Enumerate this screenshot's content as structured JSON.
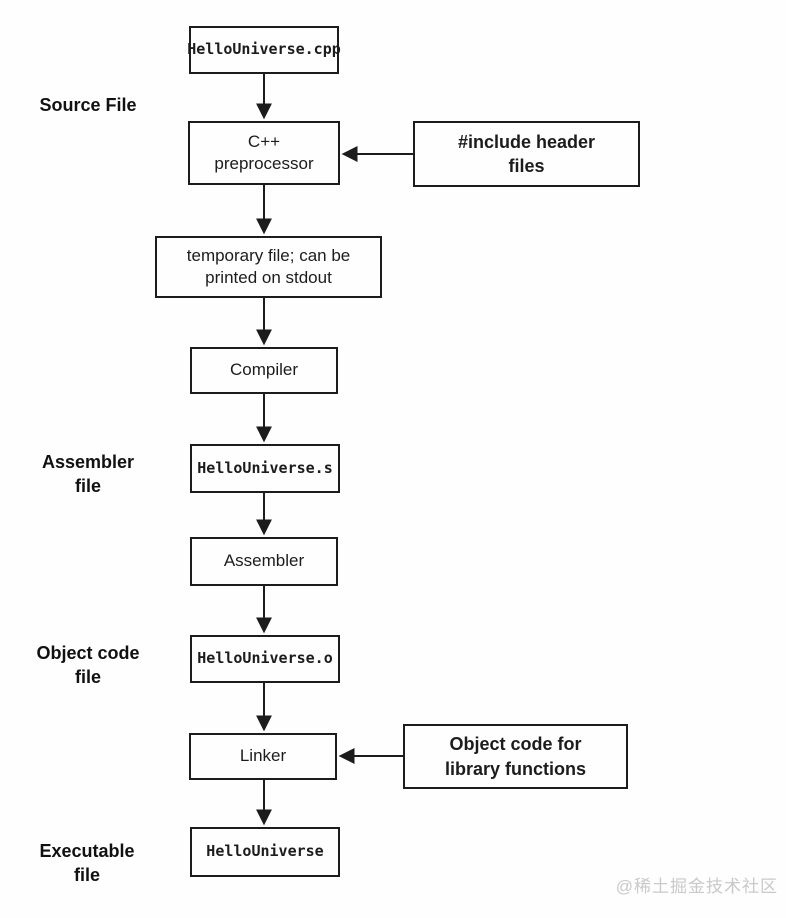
{
  "nodes": {
    "source_file": "HelloUniverse.cpp",
    "preprocessor": "C++\npreprocessor",
    "include_header": "#include header\nfiles",
    "temp_file": "temporary file; can be\nprinted on stdout",
    "compiler": "Compiler",
    "assembler_file": "HelloUniverse.s",
    "assembler": "Assembler",
    "object_file": "HelloUniverse.o",
    "linker": "Linker",
    "object_code_lib": "Object code for\nlibrary functions",
    "executable": "HelloUniverse"
  },
  "side_labels": {
    "source": "Source File",
    "assembler": "Assembler\nfile",
    "object_code": "Object code\nfile",
    "executable": "Executable\nfile"
  },
  "watermark": "@稀土掘金技术社区",
  "colors": {
    "line": "#1c1c1c",
    "box_border": "#1c1c1c",
    "text": "#1c1c1c",
    "watermark": "#c9c9c9",
    "background": "#fefefe"
  }
}
